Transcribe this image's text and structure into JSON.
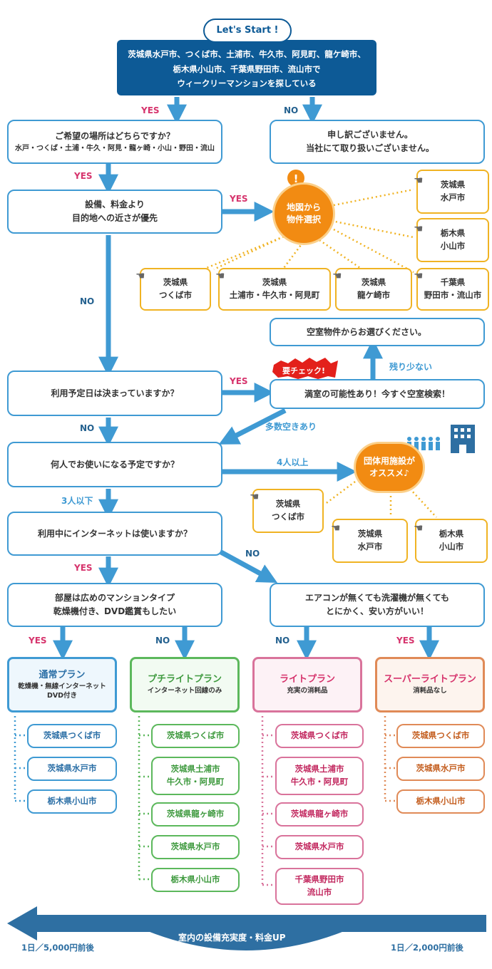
{
  "start": {
    "badge": "Let's Start !",
    "lines": [
      "茨城県水戸市、つくば市、土浦市、牛久市、阿見町、龍ケ崎市、",
      "栃木県小山市、千葉県野田市、流山市で",
      "ウィークリーマンションを探している"
    ]
  },
  "labels": {
    "yes": "YES",
    "no": "NO",
    "few_left": "残り少ない",
    "many_open": "多数空きあり",
    "four_plus": "4人以上",
    "three_less": "3人以下"
  },
  "q_location": {
    "title": "ご希望の場所はどちらですか？",
    "sub": "水戸・つくば・土浦・牛久・阿見・龍ヶ崎・小山・野田・流山"
  },
  "sorry": {
    "line1": "申し訳ございません。",
    "line2": "当社にて取り扱いございません。"
  },
  "q_priority": {
    "line1": "設備、料金より",
    "line2": "目的地への近さが優先"
  },
  "map_select": {
    "line1": "地図から",
    "line2": "物件選択"
  },
  "map_cities": [
    {
      "pref": "茨城県",
      "city": "水戸市"
    },
    {
      "pref": "栃木県",
      "city": "小山市"
    },
    {
      "pref": "茨城県",
      "city": "つくば市"
    },
    {
      "pref": "茨城県",
      "city": "土浦市・牛久市・阿見町"
    },
    {
      "pref": "茨城県",
      "city": "龍ケ崎市"
    },
    {
      "pref": "千葉県",
      "city": "野田市・流山市"
    }
  ],
  "vacancy_pick": "空室物件からお選びください。",
  "q_date": "利用予定日は決まっていますか？",
  "check_badge": "要チェック!",
  "full_possible": "満室の可能性あり！今すぐ空室検索！",
  "q_people": "何人でお使いになる予定ですか？",
  "group": {
    "line1": "団体用施設が",
    "line2": "オススメ♪"
  },
  "group_cities": [
    {
      "pref": "茨城県",
      "city": "つくば市"
    },
    {
      "pref": "茨城県",
      "city": "水戸市"
    },
    {
      "pref": "栃木県",
      "city": "小山市"
    }
  ],
  "q_internet": "利用中にインターネットは使いますか？",
  "q_room": {
    "line1": "部屋は広めのマンションタイプ",
    "line2": "乾燥機付き、DVD鑑賞もしたい"
  },
  "q_cheap": {
    "line1": "エアコンが無くても洗濯機が無くても",
    "line2": "とにかく、安い方がいい！"
  },
  "plans": [
    {
      "name": "通常プラン",
      "desc": [
        "乾燥機・無線インターネット",
        "DVD付き"
      ],
      "color": "#3f9ad3",
      "name_color": "#2b6fa6",
      "cities": [
        [
          "茨城県つくば市"
        ],
        [
          "茨城県水戸市"
        ],
        [
          "栃木県小山市"
        ]
      ]
    },
    {
      "name": "プチライトプラン",
      "desc": [
        "インターネット回線のみ"
      ],
      "color": "#5cb85c",
      "name_color": "#3f9a3f",
      "cities": [
        [
          "茨城県つくば市"
        ],
        [
          "茨城県土浦市",
          "牛久市・阿見町"
        ],
        [
          "茨城県龍ヶ崎市"
        ],
        [
          "茨城県水戸市"
        ],
        [
          "栃木県小山市"
        ]
      ]
    },
    {
      "name": "ライトプラン",
      "desc": [
        "充実の消耗品"
      ],
      "color": "#d9739b",
      "name_color": "#d6336c",
      "cities": [
        [
          "茨城県つくば市"
        ],
        [
          "茨城県土浦市",
          "牛久市・阿見町"
        ],
        [
          "茨城県龍ヶ崎市"
        ],
        [
          "茨城県水戸市"
        ],
        [
          "千葉県野田市",
          "流山市"
        ]
      ]
    },
    {
      "name": "スーパーライトプラン",
      "desc": [
        "消耗品なし"
      ],
      "color": "#e08a57",
      "name_color": "#d6336c",
      "cities": [
        [
          "茨城県つくば市"
        ],
        [
          "茨城県水戸市"
        ],
        [
          "栃木県小山市"
        ]
      ]
    }
  ],
  "bottom": {
    "arrow_label": "室内の設備充実度・料金UP",
    "left_price": "1日／5,000円前後",
    "right_price": "1日／2,000円前後"
  },
  "colors": {
    "blue": "#3f9ad3",
    "navy": "#0d5a96",
    "orange": "#f28b12",
    "yellow": "#f0b323",
    "arrow": "#2e6fa2"
  }
}
